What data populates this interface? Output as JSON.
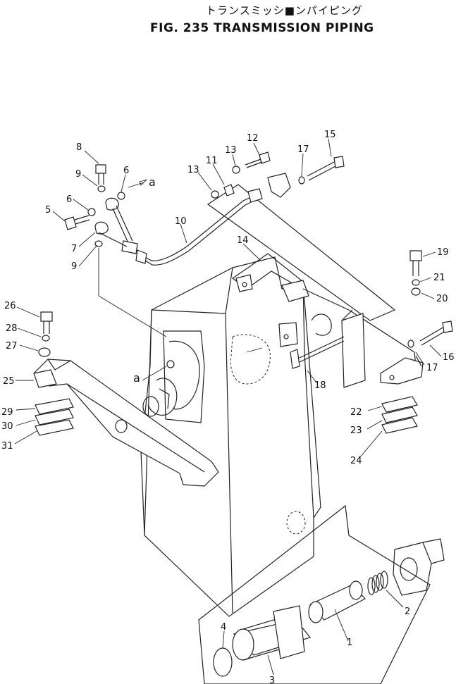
{
  "title": {
    "japanese": "トランスミッシ■ンパイピング",
    "english": "FIG. 235  TRANSMISSION PIPING"
  },
  "callouts": [
    "1",
    "2",
    "3",
    "4",
    "5",
    "6",
    "6",
    "7",
    "8",
    "9",
    "9",
    "10",
    "11",
    "12",
    "13",
    "13",
    "14",
    "15",
    "16",
    "17",
    "17",
    "18",
    "19",
    "20",
    "21",
    "22",
    "23",
    "24",
    "25",
    "26",
    "27",
    "28",
    "29",
    "30",
    "31"
  ],
  "markers": {
    "a1": "a",
    "a2": "a"
  }
}
